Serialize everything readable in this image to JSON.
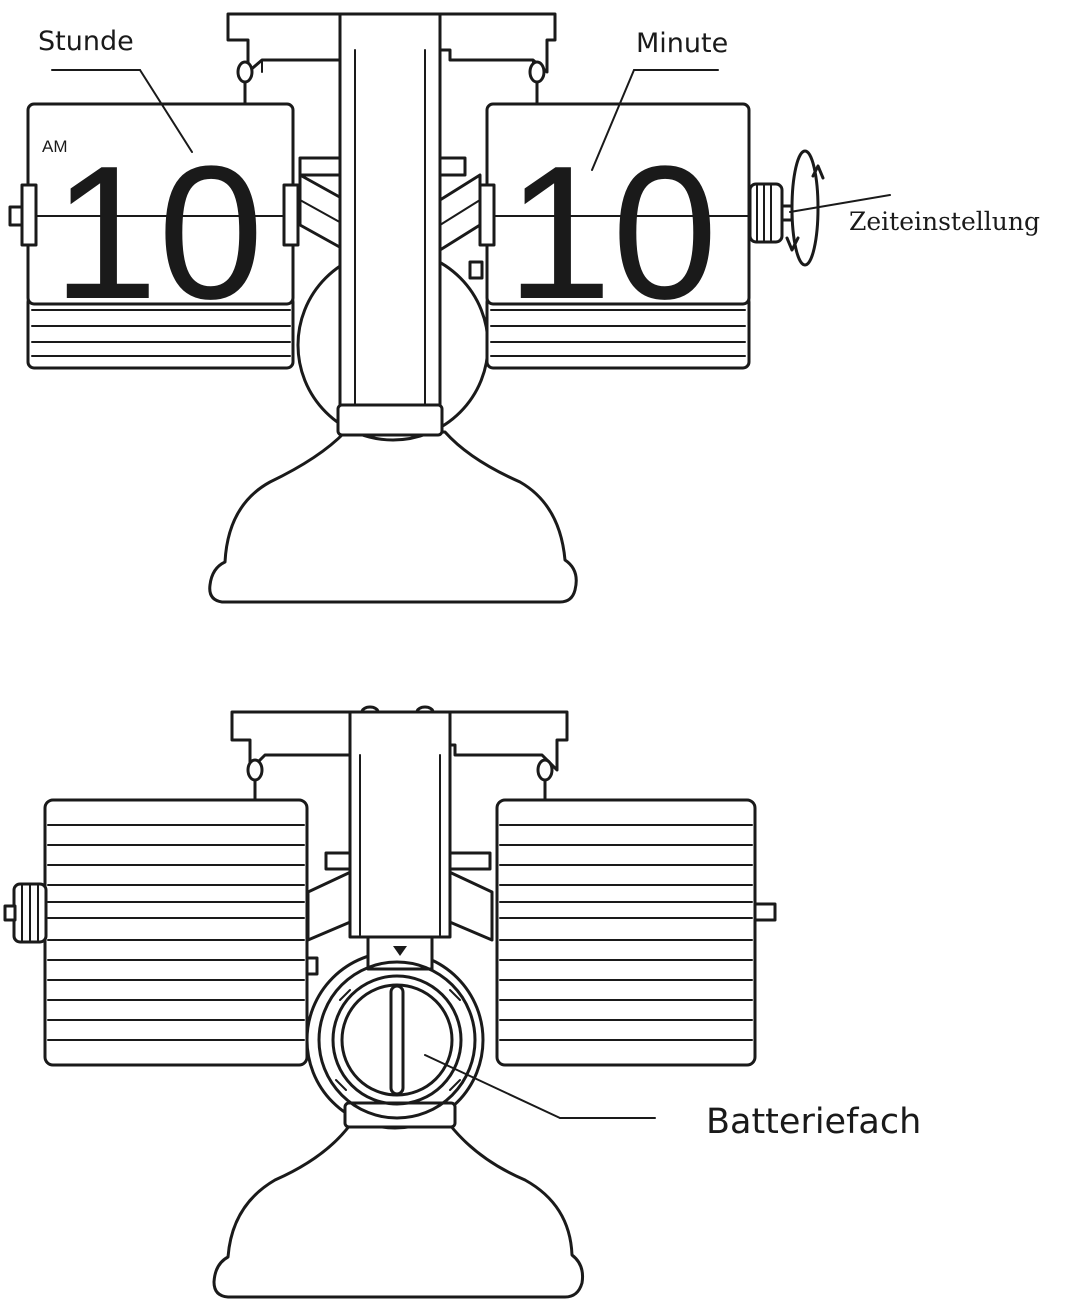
{
  "labels": {
    "hour": "Stunde",
    "minute": "Minute",
    "time_setting": "Zeiteinstellung",
    "battery": "Batteriefach"
  },
  "display": {
    "ampm": "AM",
    "hour_value": "10",
    "minute_value": "10"
  },
  "colors": {
    "line": "#1a1a1a",
    "background": "#ffffff"
  }
}
